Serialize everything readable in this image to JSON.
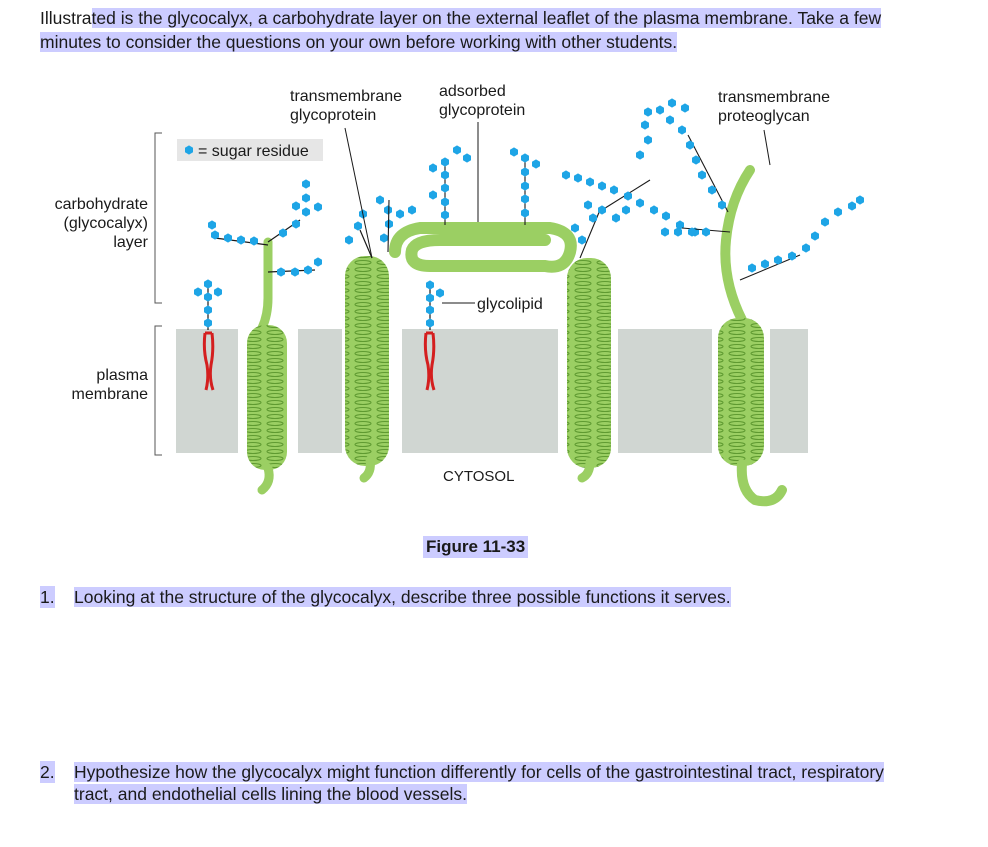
{
  "intro": {
    "prefix": "Illustra",
    "text": "ted is the glycocalyx, a carbohydrate layer on the external leaflet of the plasma membrane. Take a few minutes to consider the questions on your own before working with other students."
  },
  "figure": {
    "labels": {
      "transmembrane_glycoprotein": [
        "transmembrane",
        "glycoprotein"
      ],
      "adsorbed_glycoprotein": [
        "adsorbed",
        "glycoprotein"
      ],
      "transmembrane_proteoglycan": [
        "transmembrane",
        "proteoglycan"
      ],
      "sugar_residue": "= sugar residue",
      "carbohydrate_layer": [
        "carbohydrate",
        "(glycocalyx)",
        "layer"
      ],
      "plasma_membrane": [
        "plasma",
        "membrane"
      ],
      "glycolipid": "glycolipid",
      "cytosol": "CYTOSOL"
    },
    "caption": "Figure 11-33",
    "colors": {
      "protein": "#9bcf63",
      "protein_ring": "#6fa63c",
      "sugar": "#1ea5e6",
      "membrane": "#d0d6d2",
      "lipid_tail": "#d41f1f",
      "chain": "#1a1a1a"
    }
  },
  "questions": [
    {
      "number": "1.",
      "text": "Looking at the structure of the glycocalyx, describe three possible functions it serves."
    },
    {
      "number": "2.",
      "text": "Hypothesize how the glycocalyx might function differently for cells of the gastrointestinal tract, respiratory tract, and endothelial cells lining the blood vessels."
    }
  ]
}
